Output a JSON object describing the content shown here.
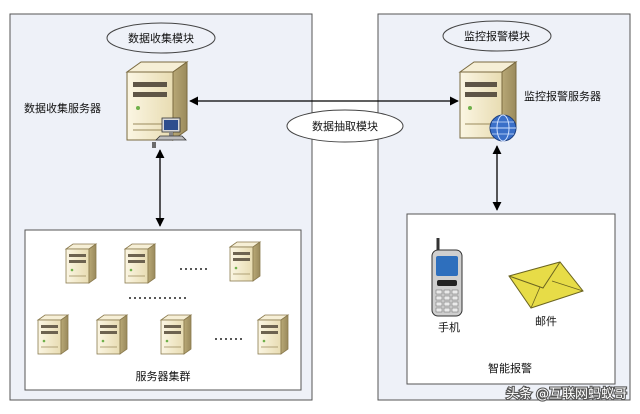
{
  "modules": {
    "collection": {
      "title": "数据收集模块",
      "server_label": "数据收集服务器",
      "cluster_label": "服务器集群",
      "cluster_ellipsis": "……"
    },
    "monitor": {
      "title": "监控报警模块",
      "server_label": "监控报警服务器",
      "smart_alarm_label": "智能报警",
      "phone_label": "手机",
      "mail_label": "邮件"
    },
    "extraction": {
      "title": "数据抽取模块"
    }
  },
  "watermark": "头条 @互联网蚂蚁哥",
  "colors": {
    "module_bg": "#eef1f8",
    "server_body": "#f1e9cd",
    "server_side": "#c7b78a",
    "mail": "#e7dc47",
    "globe": "#3a6fc8"
  }
}
